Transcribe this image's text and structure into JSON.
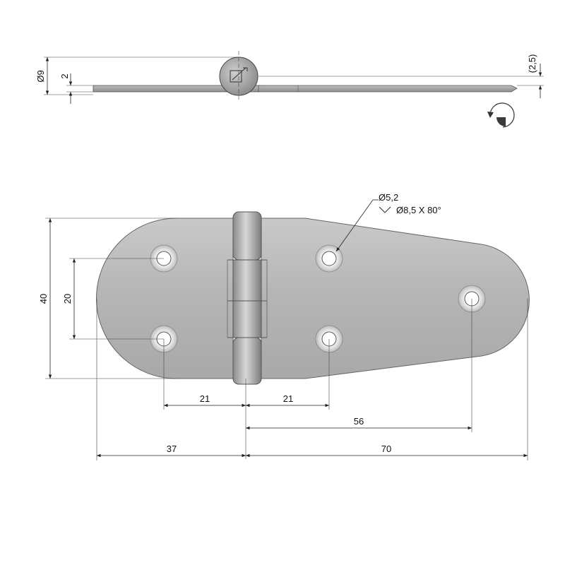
{
  "drawing": {
    "side_view": {
      "pin_diameter_label": "Ø9",
      "plate_thickness_label": "2",
      "offset_label": "(2,5)"
    },
    "front_view": {
      "height_label": "40",
      "hole_spacing_vertical_label": "20",
      "left_hole_offset_label": "21",
      "right_hole_offset_label": "21",
      "far_hole_offset_label": "56",
      "left_length_label": "37",
      "right_length_label": "70",
      "hole_callout_diameter": "Ø5,2",
      "hole_callout_countersink": "Ø8,5 X 80°"
    },
    "icons": [
      "rotation-arrow-icon",
      "countersink-symbol-icon"
    ],
    "colors": {
      "metal_light": "#d4d4d4",
      "metal_dark": "#8a8a8a",
      "line": "#222222"
    }
  }
}
